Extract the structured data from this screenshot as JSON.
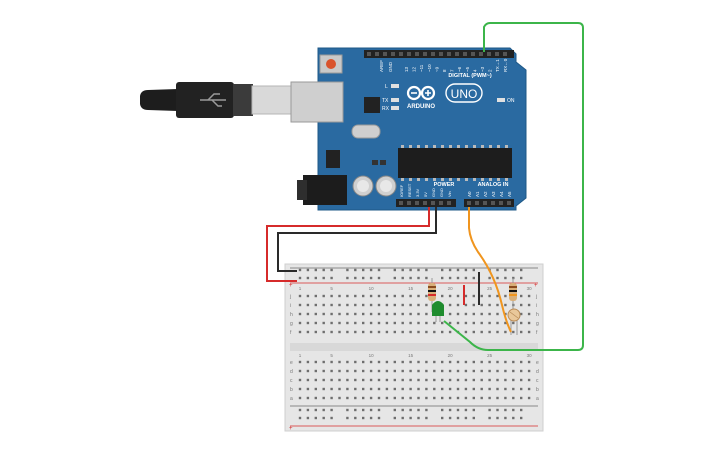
{
  "arduino": {
    "logo_text": "ARDUINO",
    "model": "UNO",
    "digital_header_label": "DIGITAL (PWM~)",
    "power_header_label": "POWER",
    "analog_header_label": "ANALOG IN",
    "on_label": "ON",
    "led_labels": [
      "L",
      "TX",
      "RX"
    ],
    "aref_label": "AREF",
    "gnd_label": "GND",
    "power_pins": [
      "IOREF",
      "RESET",
      "3.3V",
      "5V",
      "GND",
      "GND",
      "Vin"
    ],
    "analog_pins": [
      "A0",
      "A1",
      "A2",
      "A3",
      "A4",
      "A5"
    ],
    "digital_pins": [
      "13",
      "12",
      "~11",
      "~10",
      "~9",
      "8",
      "7",
      "~6",
      "~5",
      "4",
      "~3",
      "2",
      "TX→1",
      "RX←0"
    ]
  },
  "breadboard": {
    "row_letters_top": [
      "j",
      "i",
      "h",
      "g",
      "f"
    ],
    "row_letters_bottom": [
      "e",
      "d",
      "c",
      "b",
      "a"
    ],
    "column_numbers": [
      "1",
      "5",
      "10",
      "15",
      "20",
      "25",
      "30"
    ],
    "rail_plus": "+",
    "rail_minus": "-"
  },
  "colors": {
    "board": "#2a6aa1",
    "board_edge": "#1f5887",
    "wire_red": "#d62b2b",
    "wire_black": "#2a2a2a",
    "wire_green": "#3cb54a",
    "wire_orange": "#f0951e",
    "breadboard": "#e6e6e6",
    "led": "#1f8c2e"
  }
}
